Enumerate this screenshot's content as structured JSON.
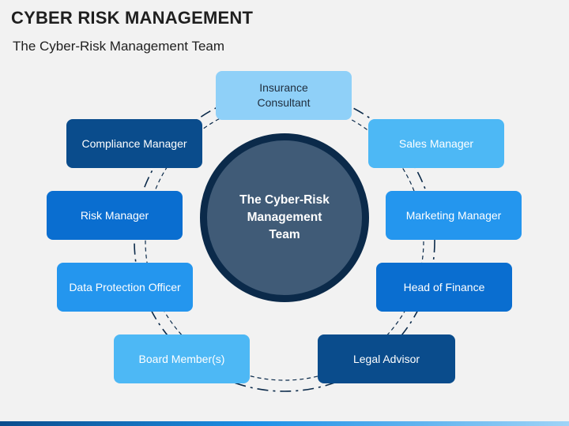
{
  "header": {
    "title": "CYBER RISK MANAGEMENT",
    "subtitle": "The Cyber-Risk Management Team"
  },
  "center": {
    "label": "The Cyber-Risk Management Team"
  },
  "roles": [
    {
      "label": "Insurance Consultant"
    },
    {
      "label": "Sales Manager"
    },
    {
      "label": "Marketing Manager"
    },
    {
      "label": "Head of Finance"
    },
    {
      "label": "Legal Advisor"
    },
    {
      "label": "Board Member(s)"
    },
    {
      "label": "Data Protection Officer"
    },
    {
      "label": "Risk Manager"
    },
    {
      "label": "Compliance Manager"
    }
  ],
  "colors": {
    "background": "#f2f2f2",
    "center_fill": "#405b77",
    "center_border": "#0b2a4a",
    "light": "#8fd0f8",
    "sky": "#4db8f5",
    "bright": "#2496ee",
    "mid": "#0a6ed0",
    "dark": "#0a4c8c"
  }
}
